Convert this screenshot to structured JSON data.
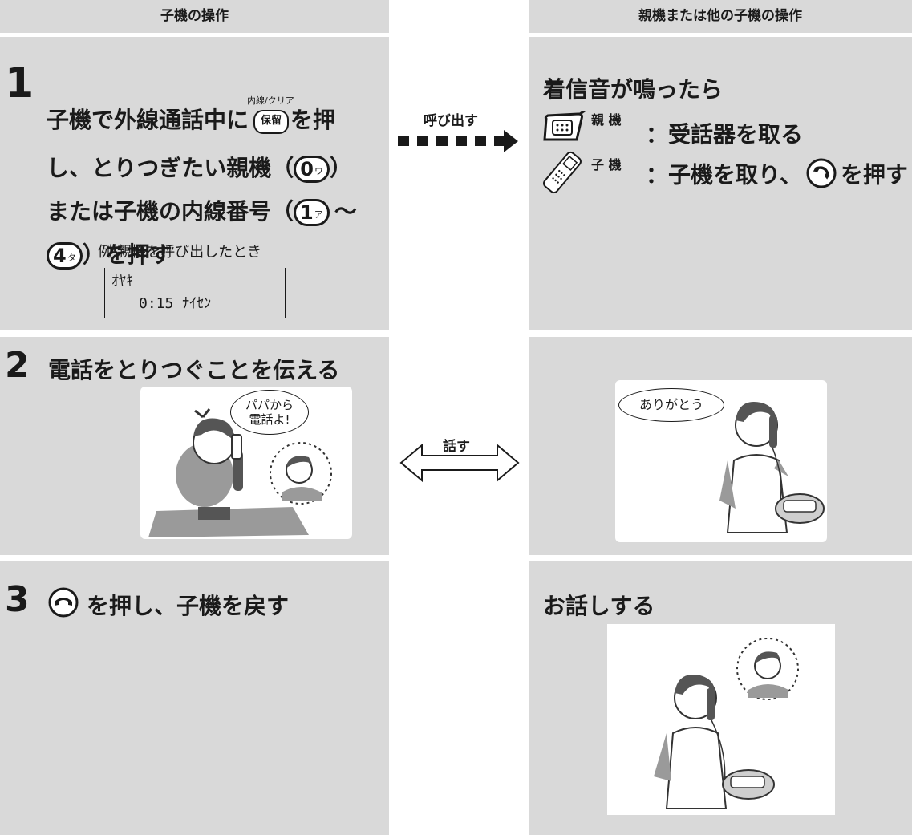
{
  "headers": {
    "left": "子機の操作",
    "right": "親機または他の子機の操作"
  },
  "step1": {
    "num": "1",
    "line1": "子機で外線通話中に",
    "hold_caption": "内線/クリア",
    "hold_key": "保留",
    "line1_end": "を押",
    "line2_start": "し、とりつぎたい親機（",
    "key_zero": "0",
    "key_zero_sub": "ワ",
    "line2_end": "）",
    "line3_start": "または子機の内線番号（",
    "key_one": "1",
    "key_one_sub": "ア",
    "tilde": "～",
    "key_four": "4",
    "key_four_sub": "タ",
    "line4_end": "）を押す",
    "example": "例:親機を呼び出したとき",
    "lcd_line1": "ｵﾔｷ",
    "lcd_line2": "0:15 ﾅｲｾﾝ"
  },
  "call_arrow": "呼び出す",
  "right1": {
    "title": "着信音が鳴ったら",
    "base_label": "親 機",
    "base_action": "：受話器を取る",
    "handset_label": "子 機",
    "handset_action_start": "：子機を取り、",
    "handset_action_end": "を押す"
  },
  "step2": {
    "num": "2",
    "text": "電話をとりつぐことを伝える",
    "bubble": "パパから\n電話よ!"
  },
  "talk_arrow": "話す",
  "right2": {
    "bubble": "ありがとう"
  },
  "step3": {
    "num": "3",
    "text": "を押し、子機を戻す"
  },
  "right3": {
    "title": "お話しする"
  }
}
